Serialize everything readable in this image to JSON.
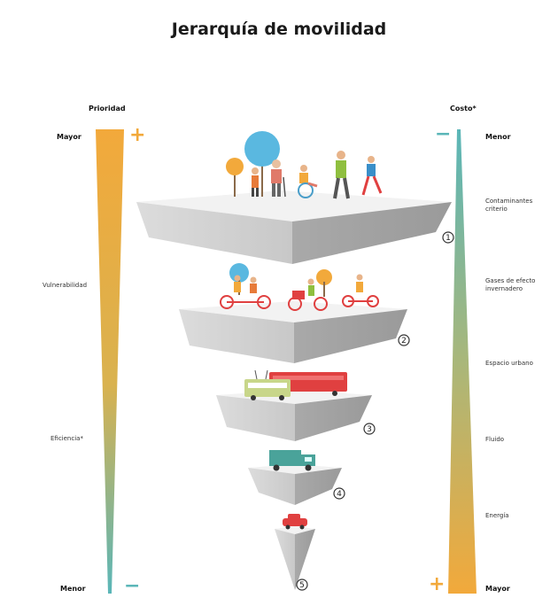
{
  "title": "Jerarquía de movilidad",
  "left_scale": {
    "header": "Prioridad",
    "top": "Mayor",
    "bottom": "Menor",
    "plus": "+",
    "minus": "−",
    "labels": [
      "Vulnerabilidad",
      "Eficiencia*"
    ],
    "color_top": "#f2a93b",
    "color_bottom": "#5ab6b8"
  },
  "right_scale": {
    "header": "Costo*",
    "top": "Menor",
    "bottom": "Mayor",
    "plus": "+",
    "minus": "−",
    "labels": [
      "Contaminantes criterio",
      "Gases de efecto invernadero",
      "Espacio urbano",
      "Fluido",
      "Energía"
    ],
    "color_top": "#5ab6b8",
    "color_bottom": "#f2a93b"
  },
  "levels": [
    {
      "number": "1",
      "content": "pedestrians-icon"
    },
    {
      "number": "2",
      "content": "cyclists-icon"
    },
    {
      "number": "3",
      "content": "public-transport-icon"
    },
    {
      "number": "4",
      "content": "freight-truck-icon"
    },
    {
      "number": "5",
      "content": "car-icon"
    }
  ]
}
